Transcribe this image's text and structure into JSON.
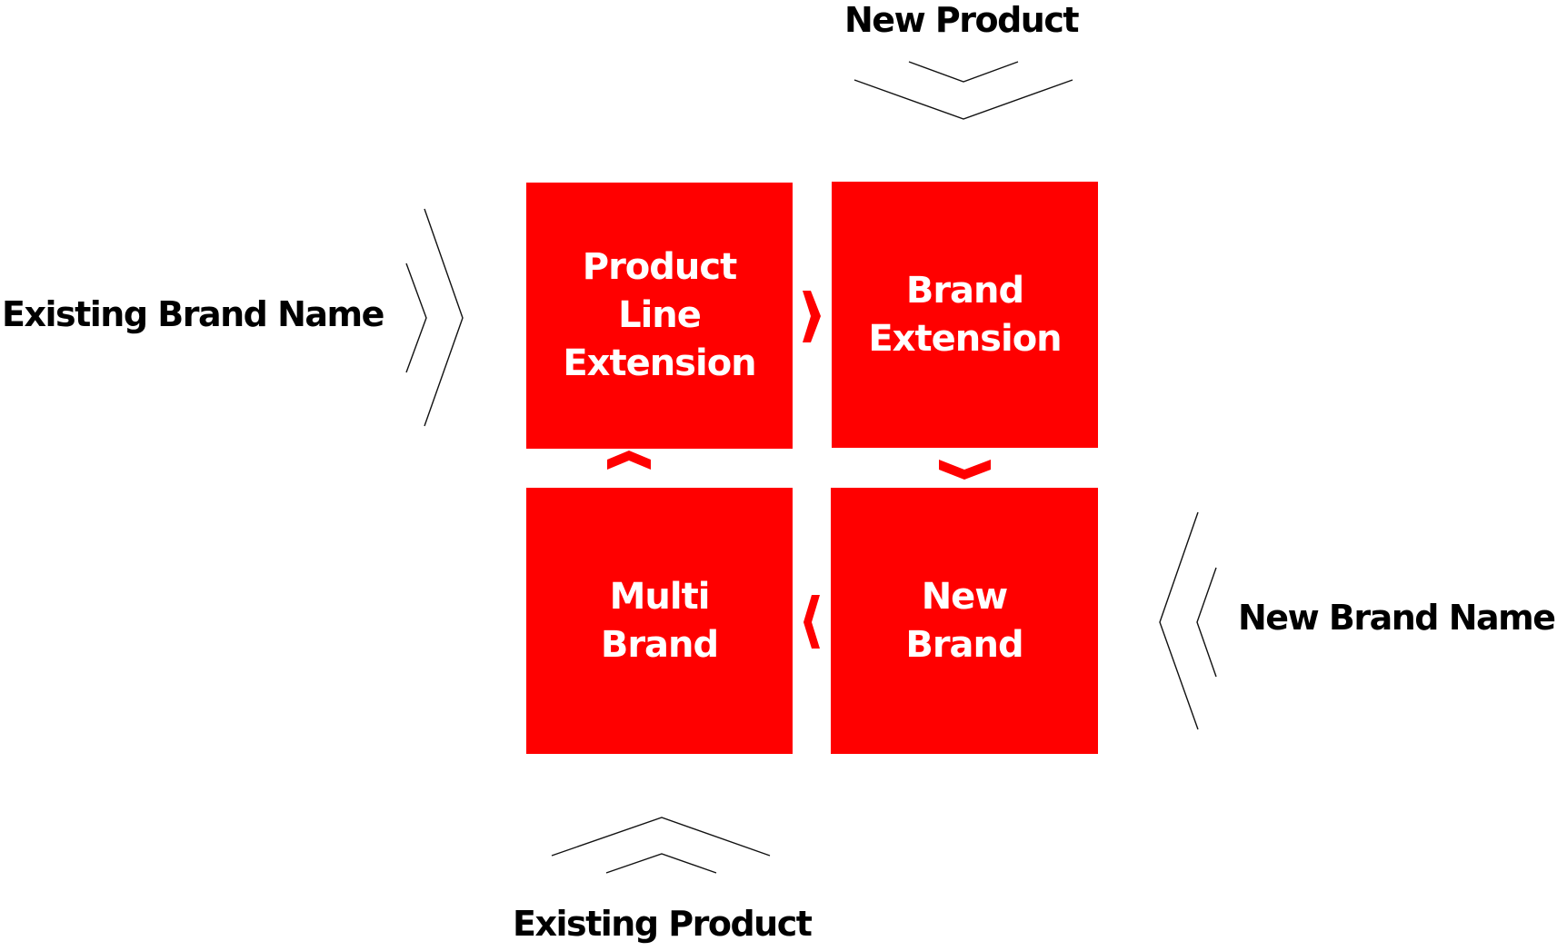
{
  "diagram": {
    "type": "brand strategy matrix (2x2)",
    "colors": {
      "box_fill": "#ff0000",
      "box_text": "#ffffff",
      "label_text": "#000000",
      "chevron_stroke": "#111111",
      "flow_arrow": "#ff0000"
    },
    "axis_labels": {
      "top": "New Product",
      "bottom": "Existing Product",
      "left": "Existing Brand Name",
      "right": "New Brand Name"
    },
    "quadrants": {
      "top_left": {
        "lines": [
          "Product",
          "Line",
          "Extension"
        ]
      },
      "top_right": {
        "lines": [
          "Brand",
          "Extension"
        ]
      },
      "bottom_left": {
        "lines": [
          "Multi",
          "Brand"
        ]
      },
      "bottom_right": {
        "lines": [
          "New",
          "Brand"
        ]
      }
    },
    "flow_arrows": [
      {
        "from": "Product Line Extension",
        "to": "Brand Extension",
        "direction": "right"
      },
      {
        "from": "Brand Extension",
        "to": "New Brand",
        "direction": "down"
      },
      {
        "from": "New Brand",
        "to": "Multi Brand",
        "direction": "left"
      },
      {
        "from": "Multi Brand",
        "to": "Product Line Extension",
        "direction": "up"
      }
    ],
    "axis_chevrons": [
      {
        "side": "top",
        "points": "down"
      },
      {
        "side": "bottom",
        "points": "up"
      },
      {
        "side": "left",
        "points": "right"
      },
      {
        "side": "right",
        "points": "left"
      }
    ]
  }
}
